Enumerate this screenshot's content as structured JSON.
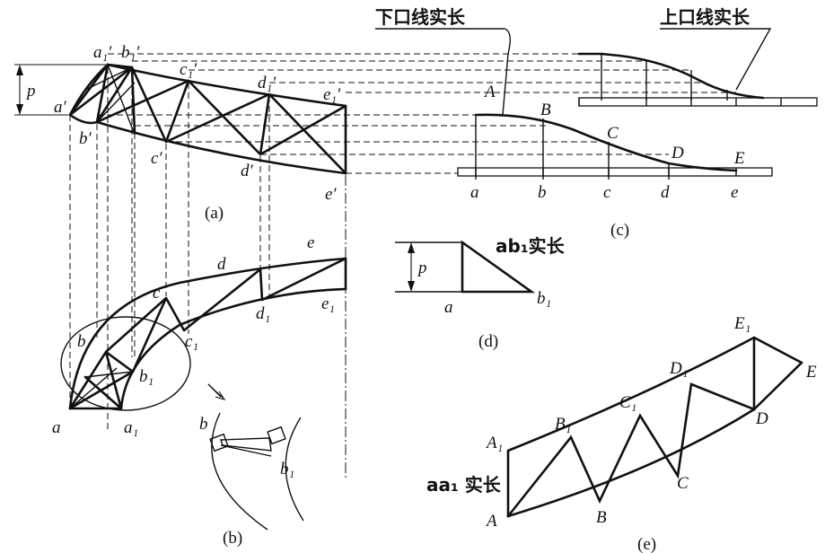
{
  "captions": {
    "a": "(a)",
    "b": "(b)",
    "c": "(c)",
    "d": "(d)",
    "e": "(e)"
  },
  "titles": {
    "lower_true_length": "下口线实长",
    "upper_true_length": "上口线实长",
    "ab1_true_length": "ab₁实长",
    "aa1_true_length": "aa₁ 实长"
  },
  "view_a_labels": {
    "a": "a′",
    "a1": "a₁′",
    "b": "b′",
    "b1": "b₁′",
    "c": "c′",
    "c1": "c₁′",
    "d": "d′",
    "d1": "d₁′",
    "e": "e′",
    "e1": "e₁′",
    "p": "p"
  },
  "view_b_labels": {
    "a": "a",
    "a1": "a₁",
    "b": "b",
    "b1": "b₁",
    "c": "c",
    "c1": "c₁",
    "d": "d",
    "d1": "d₁",
    "e": "e",
    "e1": "e₁",
    "detail_b": "b",
    "detail_b1": "b₁"
  },
  "view_c_labels": {
    "A": "A",
    "B": "B",
    "C": "C",
    "D": "D",
    "E": "E",
    "a": "a",
    "b": "b",
    "c": "c",
    "d": "d",
    "e": "e"
  },
  "view_d_labels": {
    "p": "p",
    "a": "a",
    "b1": "b₁"
  },
  "view_e_labels": {
    "A": "A",
    "A1": "A₁",
    "B": "B",
    "B1": "B₁",
    "C": "C",
    "C1": "C₁",
    "D": "D",
    "D1": "D₁",
    "E": "E",
    "E1": "E₁"
  }
}
